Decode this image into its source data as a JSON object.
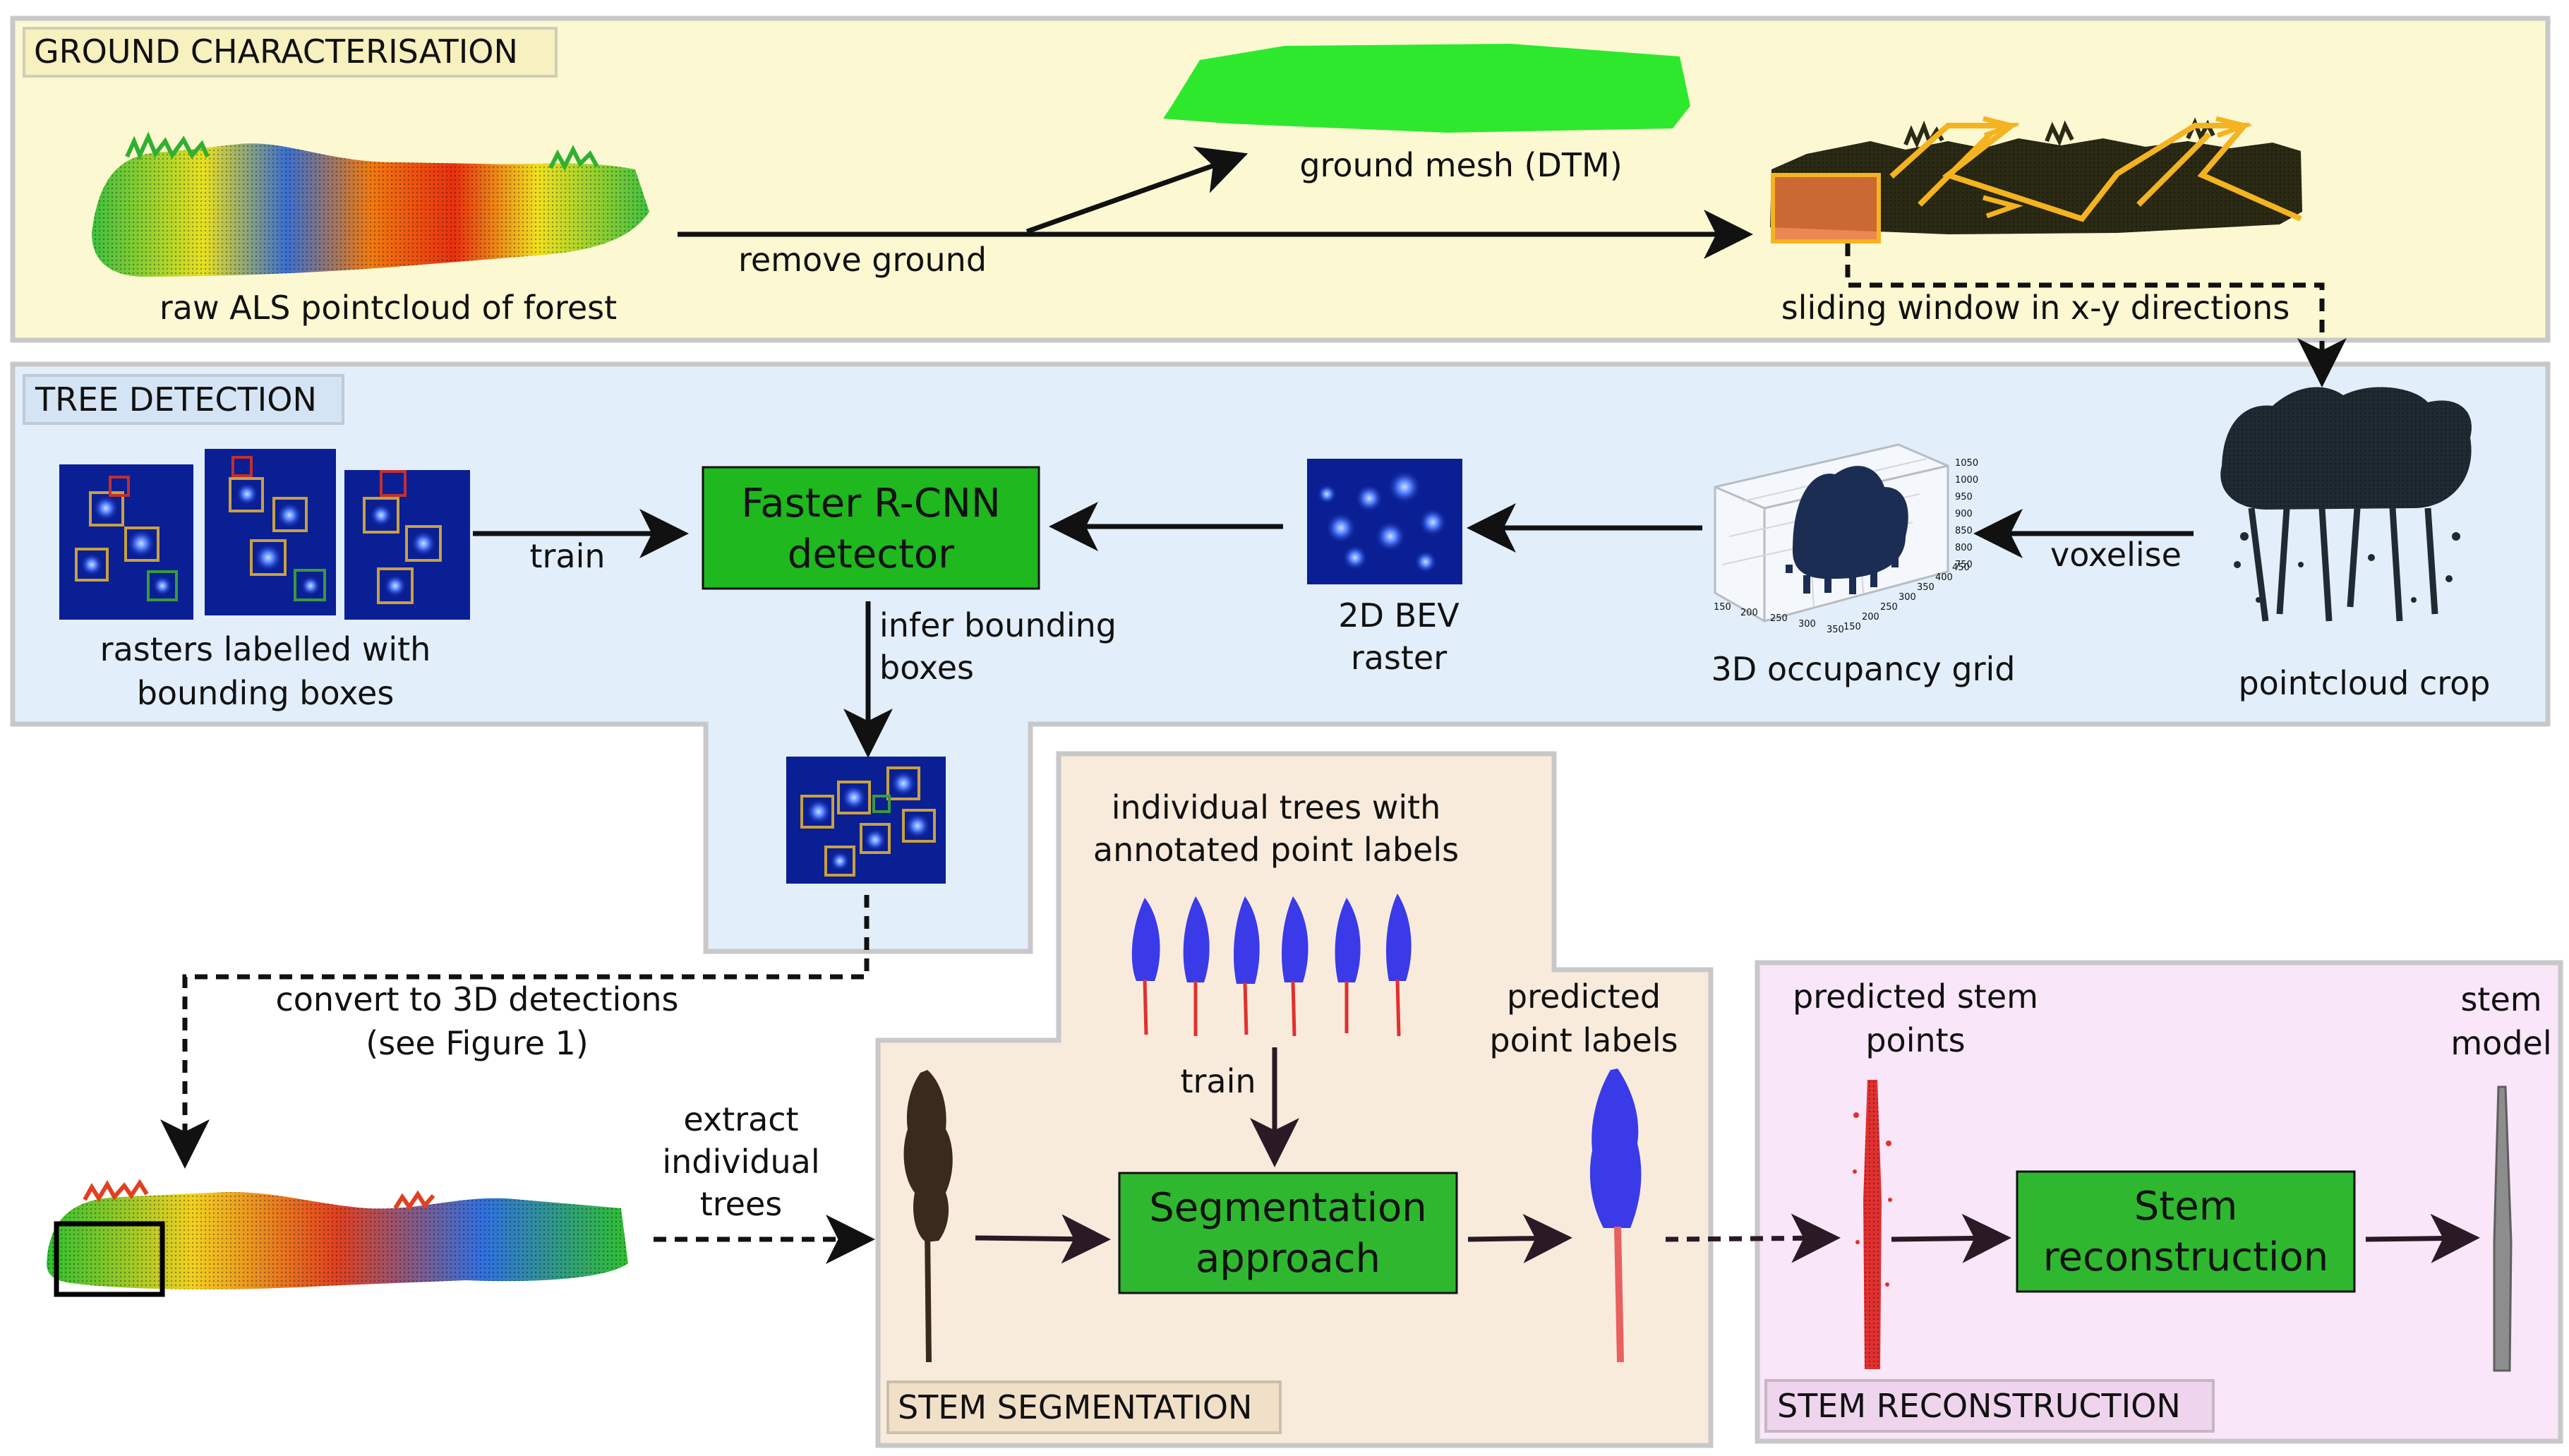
{
  "sections": {
    "ground": "GROUND CHARACTERISATION",
    "detection": "TREE DETECTION",
    "segmentation": "STEM SEGMENTATION",
    "reconstruction": "STEM RECONSTRUCTION"
  },
  "labels": {
    "raw_als": "raw ALS pointcloud of forest",
    "remove_ground": "remove ground",
    "ground_mesh": "ground mesh (DTM)",
    "sliding_window": "sliding window in x-y directions",
    "pointcloud_crop": "pointcloud crop",
    "voxelise": "voxelise",
    "occupancy_grid": "3D occupancy grid",
    "bev_line1": "2D BEV",
    "bev_line2": "raster",
    "train_detector": "train",
    "rasters_line1": "rasters labelled with",
    "rasters_line2": "bounding boxes",
    "infer_line1": "infer bounding",
    "infer_line2": "boxes",
    "convert_line1": "convert to 3D detections",
    "convert_line2": "(see Figure 1)",
    "extract_line1": "extract",
    "extract_line2": "individual",
    "extract_line3": "trees",
    "indiv_line1": "individual trees with",
    "indiv_line2": "annotated point labels",
    "train_seg": "train",
    "predicted_line1": "predicted",
    "predicted_line2": "point labels",
    "pstem_line1": "predicted stem",
    "pstem_line2": "points",
    "stemmodel_line1": "stem",
    "stemmodel_line2": "model"
  },
  "boxes": {
    "faster_rcnn_line1": "Faster R-CNN",
    "faster_rcnn_line2": "detector",
    "segmentation_line1": "Segmentation",
    "segmentation_line2": "approach",
    "stem_recon_line1": "Stem",
    "stem_recon_line2": "reconstruction"
  },
  "occupancy_ticks": {
    "z": [
      "1050",
      "1000",
      "950",
      "900",
      "850",
      "800",
      "750"
    ],
    "x": [
      "150",
      "200",
      "250",
      "300",
      "350"
    ],
    "y": [
      "150",
      "200",
      "250",
      "300",
      "350",
      "400",
      "450"
    ]
  },
  "colors": {
    "ground_bg": "#fbf8d2",
    "detection_bg": "#e2eefa",
    "segmentation_bg": "#f8ebdc",
    "reconstruction_bg": "#f9e6f8",
    "frame_border": "#c8c8c8",
    "process_box": "#1fb81f",
    "mesh_green": "#2ee82e",
    "window_orange": "#f5b320",
    "raster_blue": "#0a1f94",
    "arrow": "#111111"
  }
}
